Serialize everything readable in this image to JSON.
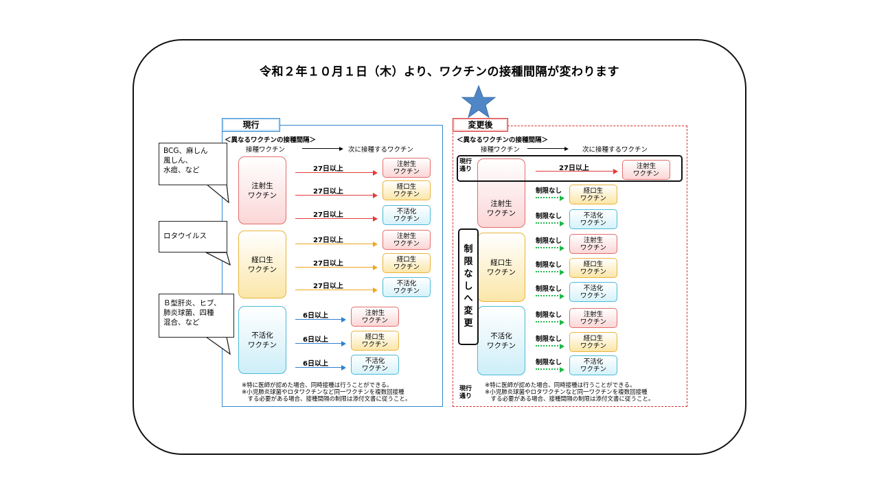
{
  "title": "令和２年１０月１日（木）より、ワクチンの接種間隔が変わります",
  "left": {
    "tag": "現行",
    "heading": "＜異なるワクチンの接種間隔＞",
    "col_from": "接種ワクチン",
    "col_to": "次に接種するワクチン",
    "sources": [
      {
        "line1": "注射生",
        "line2": "ワクチン"
      },
      {
        "line1": "経口生",
        "line2": "ワクチン"
      },
      {
        "line1": "不活化",
        "line2": "ワクチン"
      }
    ],
    "intervals": [
      "27日以上",
      "27日以上",
      "27日以上",
      "27日以上",
      "27日以上",
      "27日以上",
      "6日以上",
      "6日以上",
      "6日以上"
    ],
    "note1": "※特に医師が認めた場合、同時接種は行うことができる。",
    "note2": "※小児肺炎球菌やロタワクチンなど同一ワクチンを複数回接種",
    "note3": "　する必要がある場合、接種間隔の制限は添付文書に従うこと。"
  },
  "right": {
    "tag": "変更後",
    "heading": "＜異なるワクチンの接種間隔＞",
    "col_from": "接種ワクチン",
    "col_to": "次に接種するワクチン",
    "genko_1": "現行",
    "genko_2": "通り",
    "kept_interval": "27日以上",
    "no_limit": "制限なし",
    "change_chars": [
      "制",
      "限",
      "な",
      "し",
      "へ",
      "変",
      "更"
    ],
    "sources": [
      {
        "line1": "注射生",
        "line2": "ワクチン"
      },
      {
        "line1": "経口生",
        "line2": "ワクチン"
      },
      {
        "line1": "不活化",
        "line2": "ワクチン"
      }
    ],
    "note1": "※特に医師が認めた場合、同時接種は行うことができる。",
    "note2": "※小児肺炎球菌やロタワクチンなど同一ワクチンを複数回接種",
    "note3": "　する必要がある場合、接種間隔の制限は添付文書に従うこと。"
  },
  "targets": {
    "inj": {
      "line1": "注射生",
      "line2": "ワクチン"
    },
    "oral": {
      "line1": "経口生",
      "line2": "ワクチン"
    },
    "inact": {
      "line1": "不活化",
      "line2": "ワクチン"
    }
  },
  "callouts": {
    "c1_line1": "BCG、麻しん",
    "c1_line2": "風しん、",
    "c1_line3": "水痘、など",
    "c2_line1": "ロタウイルス",
    "c3_line1": "Ｂ型肝炎、ヒブ、",
    "c3_line2": "肺炎球菌、四種",
    "c3_line3": "混合、など"
  },
  "colors": {
    "star": "#4f86c6",
    "left_border": "#2e86d0",
    "right_border": "#d42b2b",
    "green_arrow": "#1fb84a"
  }
}
